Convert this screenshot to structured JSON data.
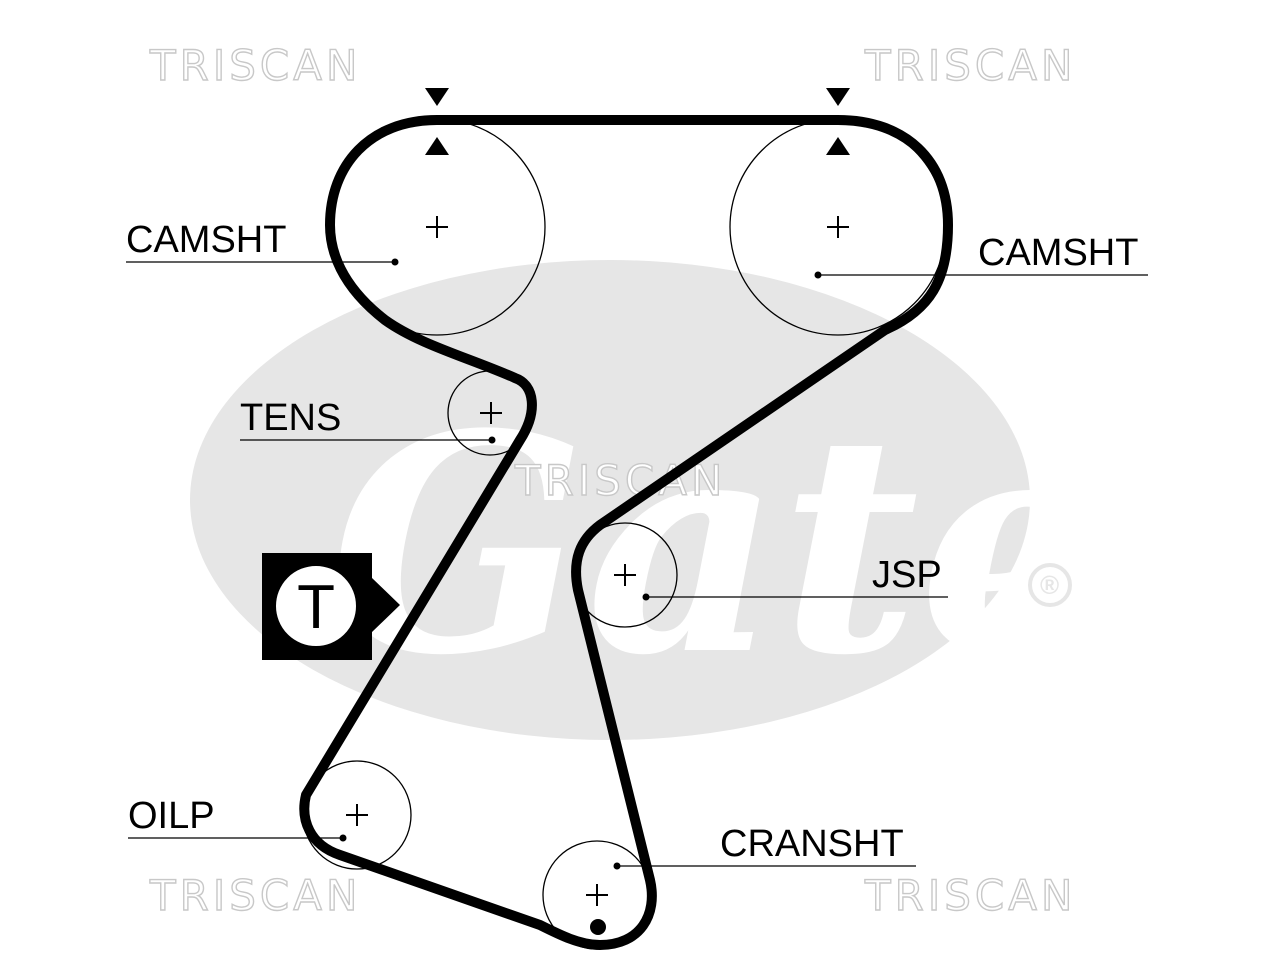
{
  "watermark": {
    "brand_text": "TRISCAN",
    "logo_text": "Gates",
    "registered_mark": "®"
  },
  "tensioner_badge": {
    "letter": "T"
  },
  "pulleys": [
    {
      "id": "camshaft-left",
      "label": "CAMSHT"
    },
    {
      "id": "camshaft-right",
      "label": "CAMSHT"
    },
    {
      "id": "tensioner",
      "label": "TENS"
    },
    {
      "id": "jackshaft",
      "label": "JSP"
    },
    {
      "id": "oil-pump",
      "label": "OILP"
    },
    {
      "id": "crankshaft",
      "label": "CRANSHT"
    }
  ],
  "colors": {
    "belt": "#000000",
    "watermark": "#e6e6e6",
    "triscan_outline": "#c8c8c8"
  },
  "icons": [
    "timing-mark-arrow-icon",
    "pulley-center-cross-icon",
    "tensioner-t-badge-icon"
  ]
}
